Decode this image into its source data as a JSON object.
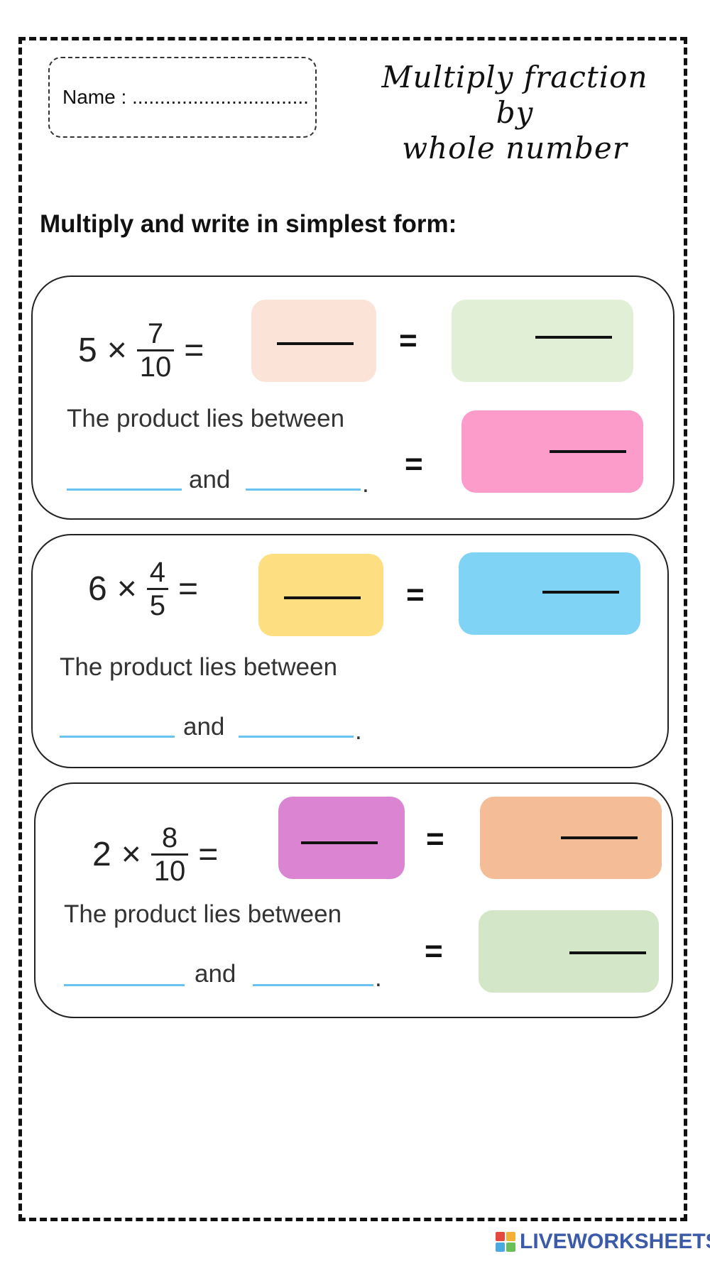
{
  "header": {
    "name_label": "Name : ................................",
    "title_lines": [
      "Multiply fraction",
      "by",
      "whole number"
    ]
  },
  "instruction": "Multiply and write in simplest form:",
  "problems": [
    {
      "whole": "5",
      "operator": "×",
      "numerator": "7",
      "denominator": "10",
      "equals": "=",
      "between_text": "The product lies between",
      "and_text": "and",
      "end_dot": ".",
      "box_colors": [
        "#fbe3d8",
        "#e2efd7",
        "#fc9ccb"
      ]
    },
    {
      "whole": "6",
      "operator": "×",
      "numerator": "4",
      "denominator": "5",
      "equals": "=",
      "between_text": "The product lies between",
      "and_text": "and",
      "end_dot": ".",
      "box_colors": [
        "#fddf82",
        "#7fd4f5"
      ]
    },
    {
      "whole": "2",
      "operator": "×",
      "numerator": "8",
      "denominator": "10",
      "equals": "=",
      "between_text": "The product lies between",
      "and_text": "and",
      "end_dot": ".",
      "box_colors": [
        "#da84d2",
        "#f5bc98",
        "#d3e6c7"
      ]
    }
  ],
  "footer": {
    "brand": "LIVEWORKSHEETS",
    "accent": "#3b5aa8"
  }
}
